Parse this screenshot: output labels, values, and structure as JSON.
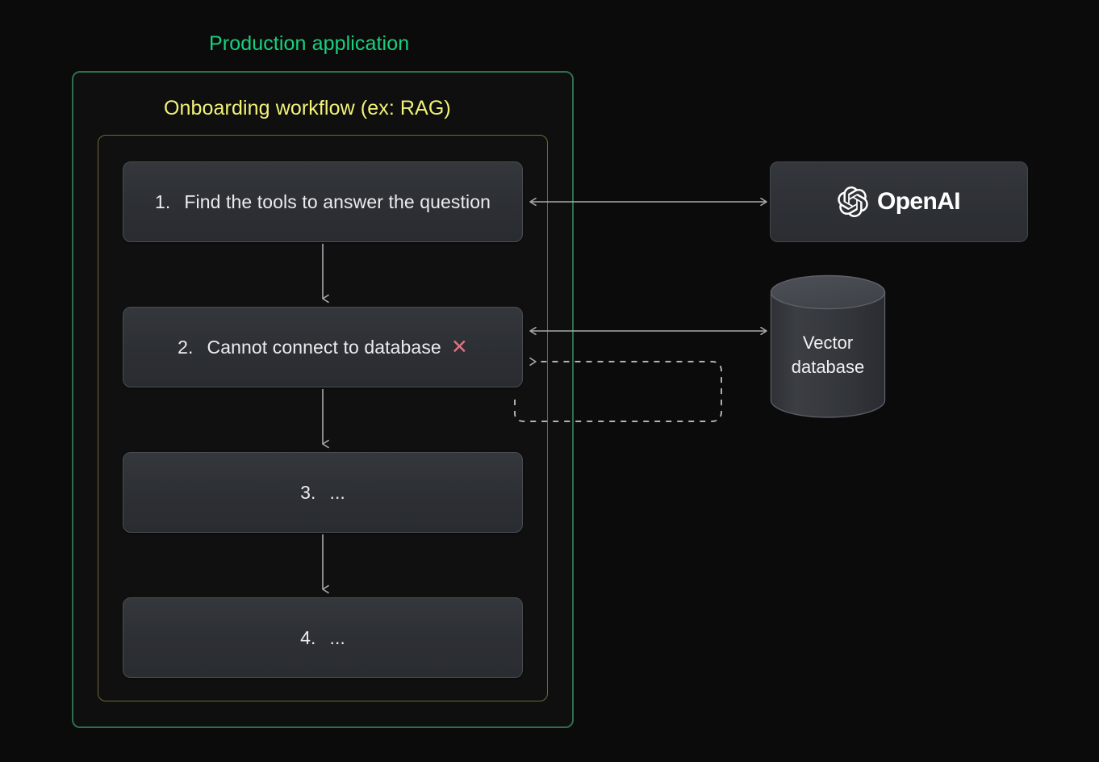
{
  "diagram": {
    "background_color": "#0a0b0a",
    "outer_panel": {
      "title": "Production application",
      "title_color": "#19d07e",
      "border_color": "#2f6f4e"
    },
    "inner_panel": {
      "title": "Onboarding workflow (ex: RAG)",
      "title_color": "#f2f278",
      "border_color": "#6e6b32"
    },
    "steps": [
      {
        "number": "1.",
        "text": "Find the tools to answer the question",
        "status": ""
      },
      {
        "number": "2.",
        "text": "Cannot connect to database",
        "status": "✕"
      },
      {
        "number": "3.",
        "text": "...",
        "status": ""
      },
      {
        "number": "4.",
        "text": "...",
        "status": ""
      }
    ],
    "status_color": "#e0727f",
    "services": {
      "openai": {
        "label": "OpenAI",
        "icon": "openai-logo-icon"
      },
      "vector_db": {
        "line1": "Vector",
        "line2": "database",
        "icon": "database-cylinder-icon"
      }
    },
    "connectors": {
      "stroke_color": "#a7a9ad",
      "step1_to_openai": "bidirectional",
      "step2_to_vectordb": "bidirectional",
      "retry_loop": "dashed-return-to-step2",
      "vertical_flow": "step1-step2-step3-step4"
    }
  }
}
